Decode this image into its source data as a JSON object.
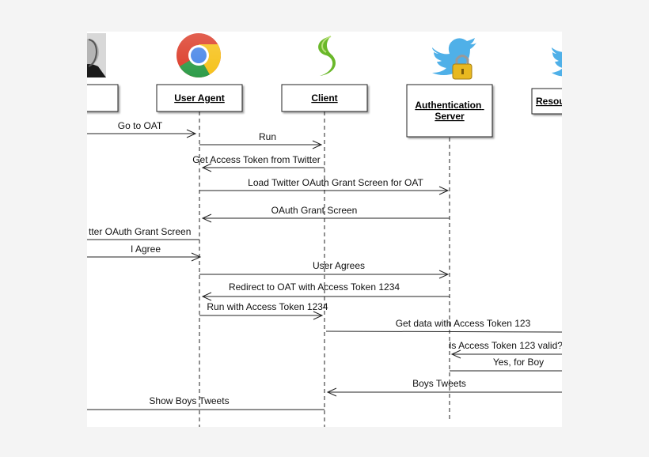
{
  "participants": [
    {
      "id": "user",
      "label": "",
      "icon": "user-photo-icon"
    },
    {
      "id": "user-agent",
      "label": "User Agent",
      "icon": "chrome-icon"
    },
    {
      "id": "client",
      "label": "Client",
      "icon": "client-app-icon"
    },
    {
      "id": "auth-server",
      "label": "Authentication Server",
      "icon": "twitter-lock-icon"
    },
    {
      "id": "resource-server",
      "label": "Resou",
      "icon": "twitter-bird-icon"
    }
  ],
  "messages": [
    {
      "label": "Go to OAT"
    },
    {
      "label": "Run"
    },
    {
      "label": "Get Access Token from Twitter"
    },
    {
      "label": "Load Twitter OAuth Grant Screen for OAT"
    },
    {
      "label": "OAuth Grant Screen"
    },
    {
      "label": "tter OAuth Grant Screen"
    },
    {
      "label": "I Agree"
    },
    {
      "label": "User Agrees"
    },
    {
      "label": "Redirect to OAT with Access Token 1234"
    },
    {
      "label": "Run with Access Token 1234"
    },
    {
      "label": "Get data with Access Token 123"
    },
    {
      "label": "Is Access Token 123 valid?"
    },
    {
      "label": "Yes, for Boy"
    },
    {
      "label": "Boys Tweets"
    },
    {
      "label": "Show Boys Tweets"
    }
  ],
  "colors": {
    "twitter_blue": "#4fb0e8",
    "lock_gold": "#e8b820",
    "chrome_red": "#dc3d2a",
    "chrome_yellow": "#f6c21b",
    "chrome_green": "#2e9c49",
    "chrome_blue": "#4a87e8",
    "client_green": "#6ab82a"
  }
}
